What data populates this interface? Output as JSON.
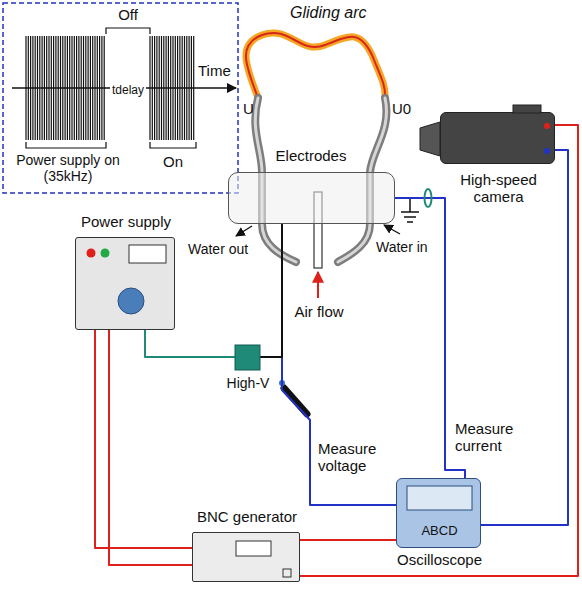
{
  "diagram": {
    "nodes": [
      {
        "text": [
          "High-speed camera"
        ]
      },
      {
        "text": [
          "Electrodes"
        ]
      },
      {
        "text": [
          "Power supply"
        ]
      },
      {
        "text": [
          "BNC generator"
        ]
      },
      {
        "text": [
          "ABCD",
          "Oscilloscope"
        ]
      }
    ],
    "edges": [
      {
        "from": 2,
        "to": 3,
        "arrow": "none"
      },
      {
        "from": 2,
        "to": 3,
        "arrow": "none"
      },
      {
        "from": 2,
        "to": 1,
        "arrow": "none"
      },
      {
        "from": 1,
        "to": 4,
        "arrow": "none"
      },
      {
        "from": 1,
        "to": 4,
        "arrow": "none"
      },
      {
        "from": 3,
        "to": 4,
        "arrow": "none"
      },
      {
        "from": 3,
        "to": 0,
        "arrow": "none"
      },
      {
        "from": 4,
        "to": 0,
        "arrow": "none"
      }
    ],
    "labels": [
      "Gliding arc",
      "Off",
      "tdelay",
      "Time",
      "Power supply on (35kHz)",
      "On",
      "U",
      "U0",
      "Water out",
      "Air flow",
      "Water in",
      "High-V",
      "Measure voltage",
      "Measure current"
    ]
  }
}
